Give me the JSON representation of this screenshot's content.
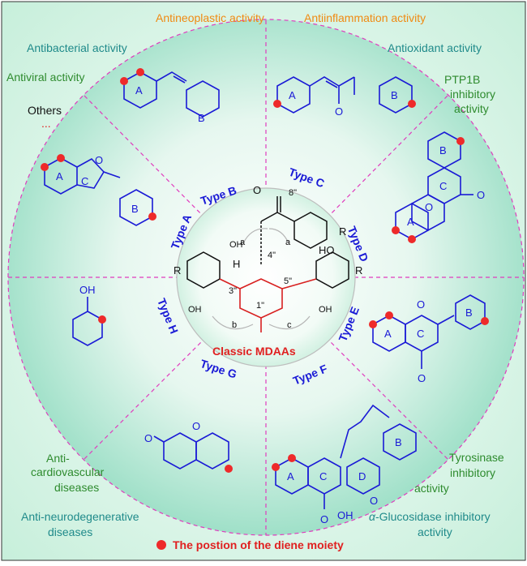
{
  "colors": {
    "blue": "#1a1ad6",
    "green": "#2e8b2e",
    "teal": "#1f8a8a",
    "orange": "#f08a12",
    "red": "#ee2a2a",
    "pink_dash": "#e03cbe",
    "bg_mint": "#d6f5e6"
  },
  "activities": {
    "antineoplastic": "Antineoplastic activity",
    "antiinflammation": "Antiinflammation activity",
    "antibacterial": "Antibacterial activity",
    "antioxidant": "Antioxidant activity",
    "antiviral": "Antiviral activity",
    "ptp1b_l1": "PTP1B",
    "ptp1b_l2": "inhibitory",
    "ptp1b_l3": "activity",
    "others": "Others",
    "ellipsis": "...",
    "anticardio_l1": "Anti-",
    "anticardio_l2": "cardiovascular",
    "anticardio_l3": "diseases",
    "tyrosinase_l1": "Tyrosinase",
    "tyrosinase_l2": "inhibitory",
    "tyrosinase_l3": "activity",
    "antineuro_l1": "Anti-neurodegenerative",
    "antineuro_l2": "diseases",
    "glucosidase_l1_sym": "α",
    "glucosidase_l1": "-Glucosidase inhibitory",
    "glucosidase_l2": "activity"
  },
  "types": {
    "a": "Type A",
    "b": "Type B",
    "c": "Type C",
    "d": "Type D",
    "e": "Type E",
    "f": "Type F",
    "g": "Type G",
    "h": "Type H"
  },
  "ring_labels": {
    "A": "A",
    "B": "B",
    "C": "C",
    "D": "D",
    "O": "O",
    "OH": "OH"
  },
  "core": {
    "title": "Classic MDAAs",
    "c8": "8\"",
    "c4": "4\"",
    "c3": "3\"",
    "c5": "5\"",
    "c1": "1\"",
    "a": "a",
    "b": "b",
    "c": "c",
    "H": "H",
    "R": "R",
    "HO": "HO",
    "OH": "OH",
    "O": "O"
  },
  "legend": {
    "text": "The postion of the diene moiety"
  }
}
